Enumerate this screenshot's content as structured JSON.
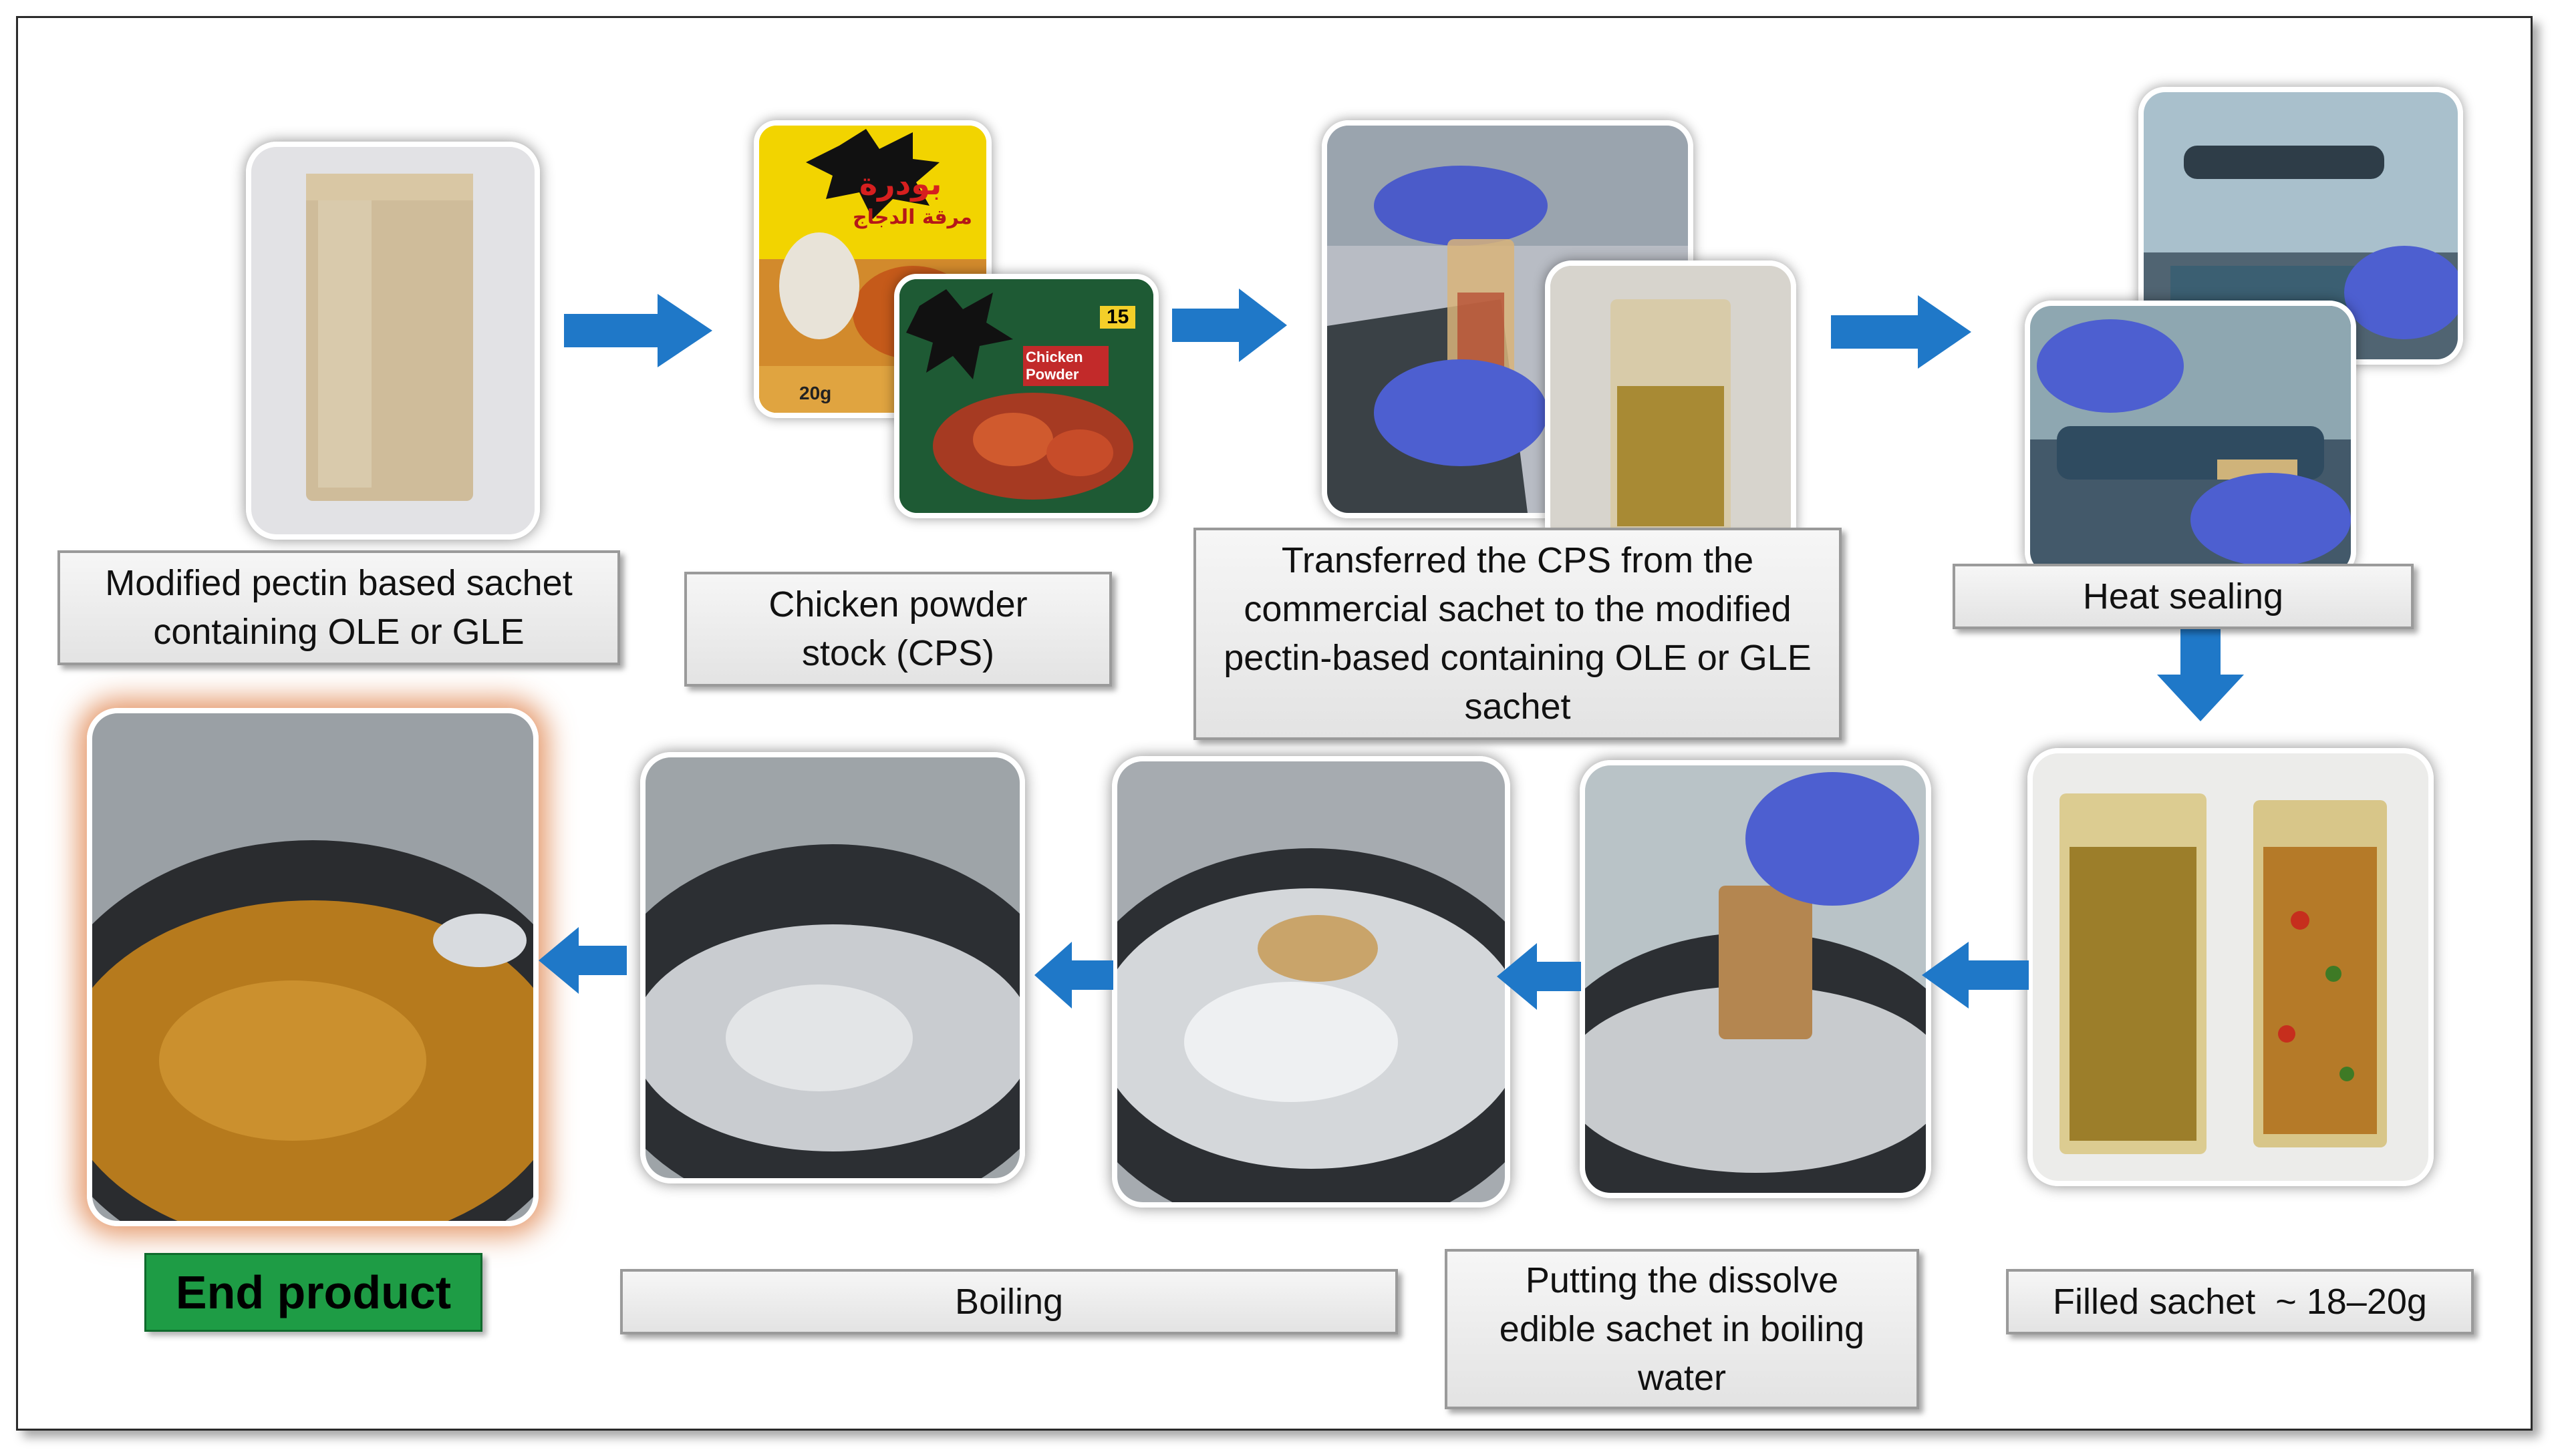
{
  "steps": {
    "sachet": "Modified pectin based sachet containing OLE or GLE",
    "cps": "Chicken powder stock (CPS)",
    "transfer": "Transferred the CPS from the commercial sachet to the modified pectin-based containing OLE or GLE sachet",
    "sealing": "Heat sealing",
    "filled": "Filled sachet  ~ 18–20g",
    "putting": "Putting the dissolve edible sachet in boiling water",
    "boiling": "Boiling",
    "end": "End product"
  },
  "packaging": {
    "arabic_brand": "بودرة",
    "arabic_sub": "مرقة الدجاج",
    "chicken_powder": "Chicken Powder",
    "yellow_pack_weight": "20g",
    "green_pack_badge": "15"
  },
  "colors": {
    "arrow": "#1f78c8",
    "end_label": "#1e9c45",
    "glove": "#4d5fd0"
  }
}
